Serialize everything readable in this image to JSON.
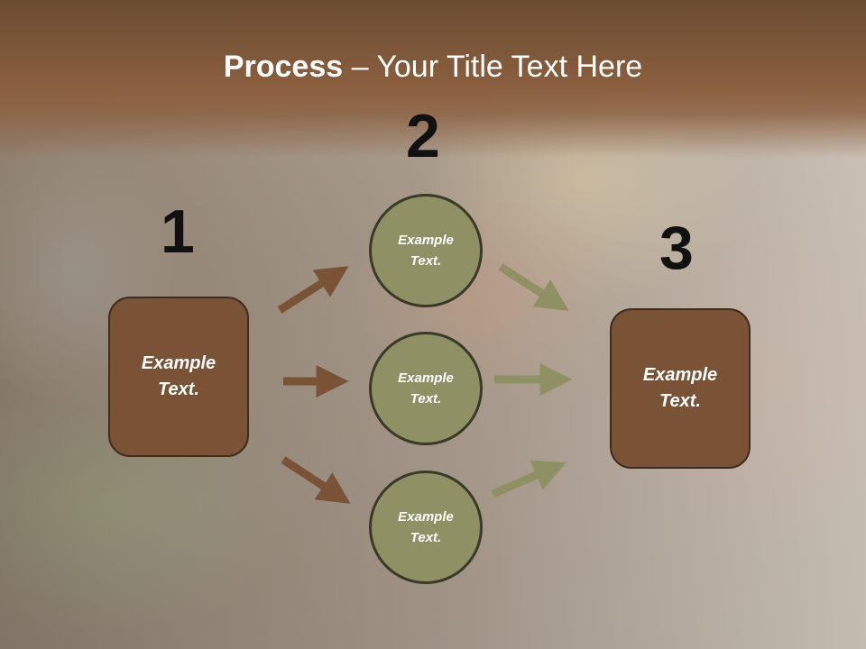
{
  "slide": {
    "title_bold": "Process",
    "title_dash": " – ",
    "title_rest": "Your Title Text Here"
  },
  "steps": [
    {
      "number": "1",
      "label": "Example\nText."
    },
    {
      "number": "2",
      "label": "Example\nText."
    },
    {
      "number": "3",
      "label": "Example\nText."
    }
  ],
  "circles": [
    {
      "label": "Example\nText."
    },
    {
      "label": "Example\nText."
    },
    {
      "label": "Example\nText."
    }
  ],
  "colors": {
    "header": "#7a5236",
    "box_fill": "#7a5236",
    "circle_fill": "#8f9064",
    "arrow_brown": "#7a5236",
    "arrow_olive": "#8f9064"
  }
}
